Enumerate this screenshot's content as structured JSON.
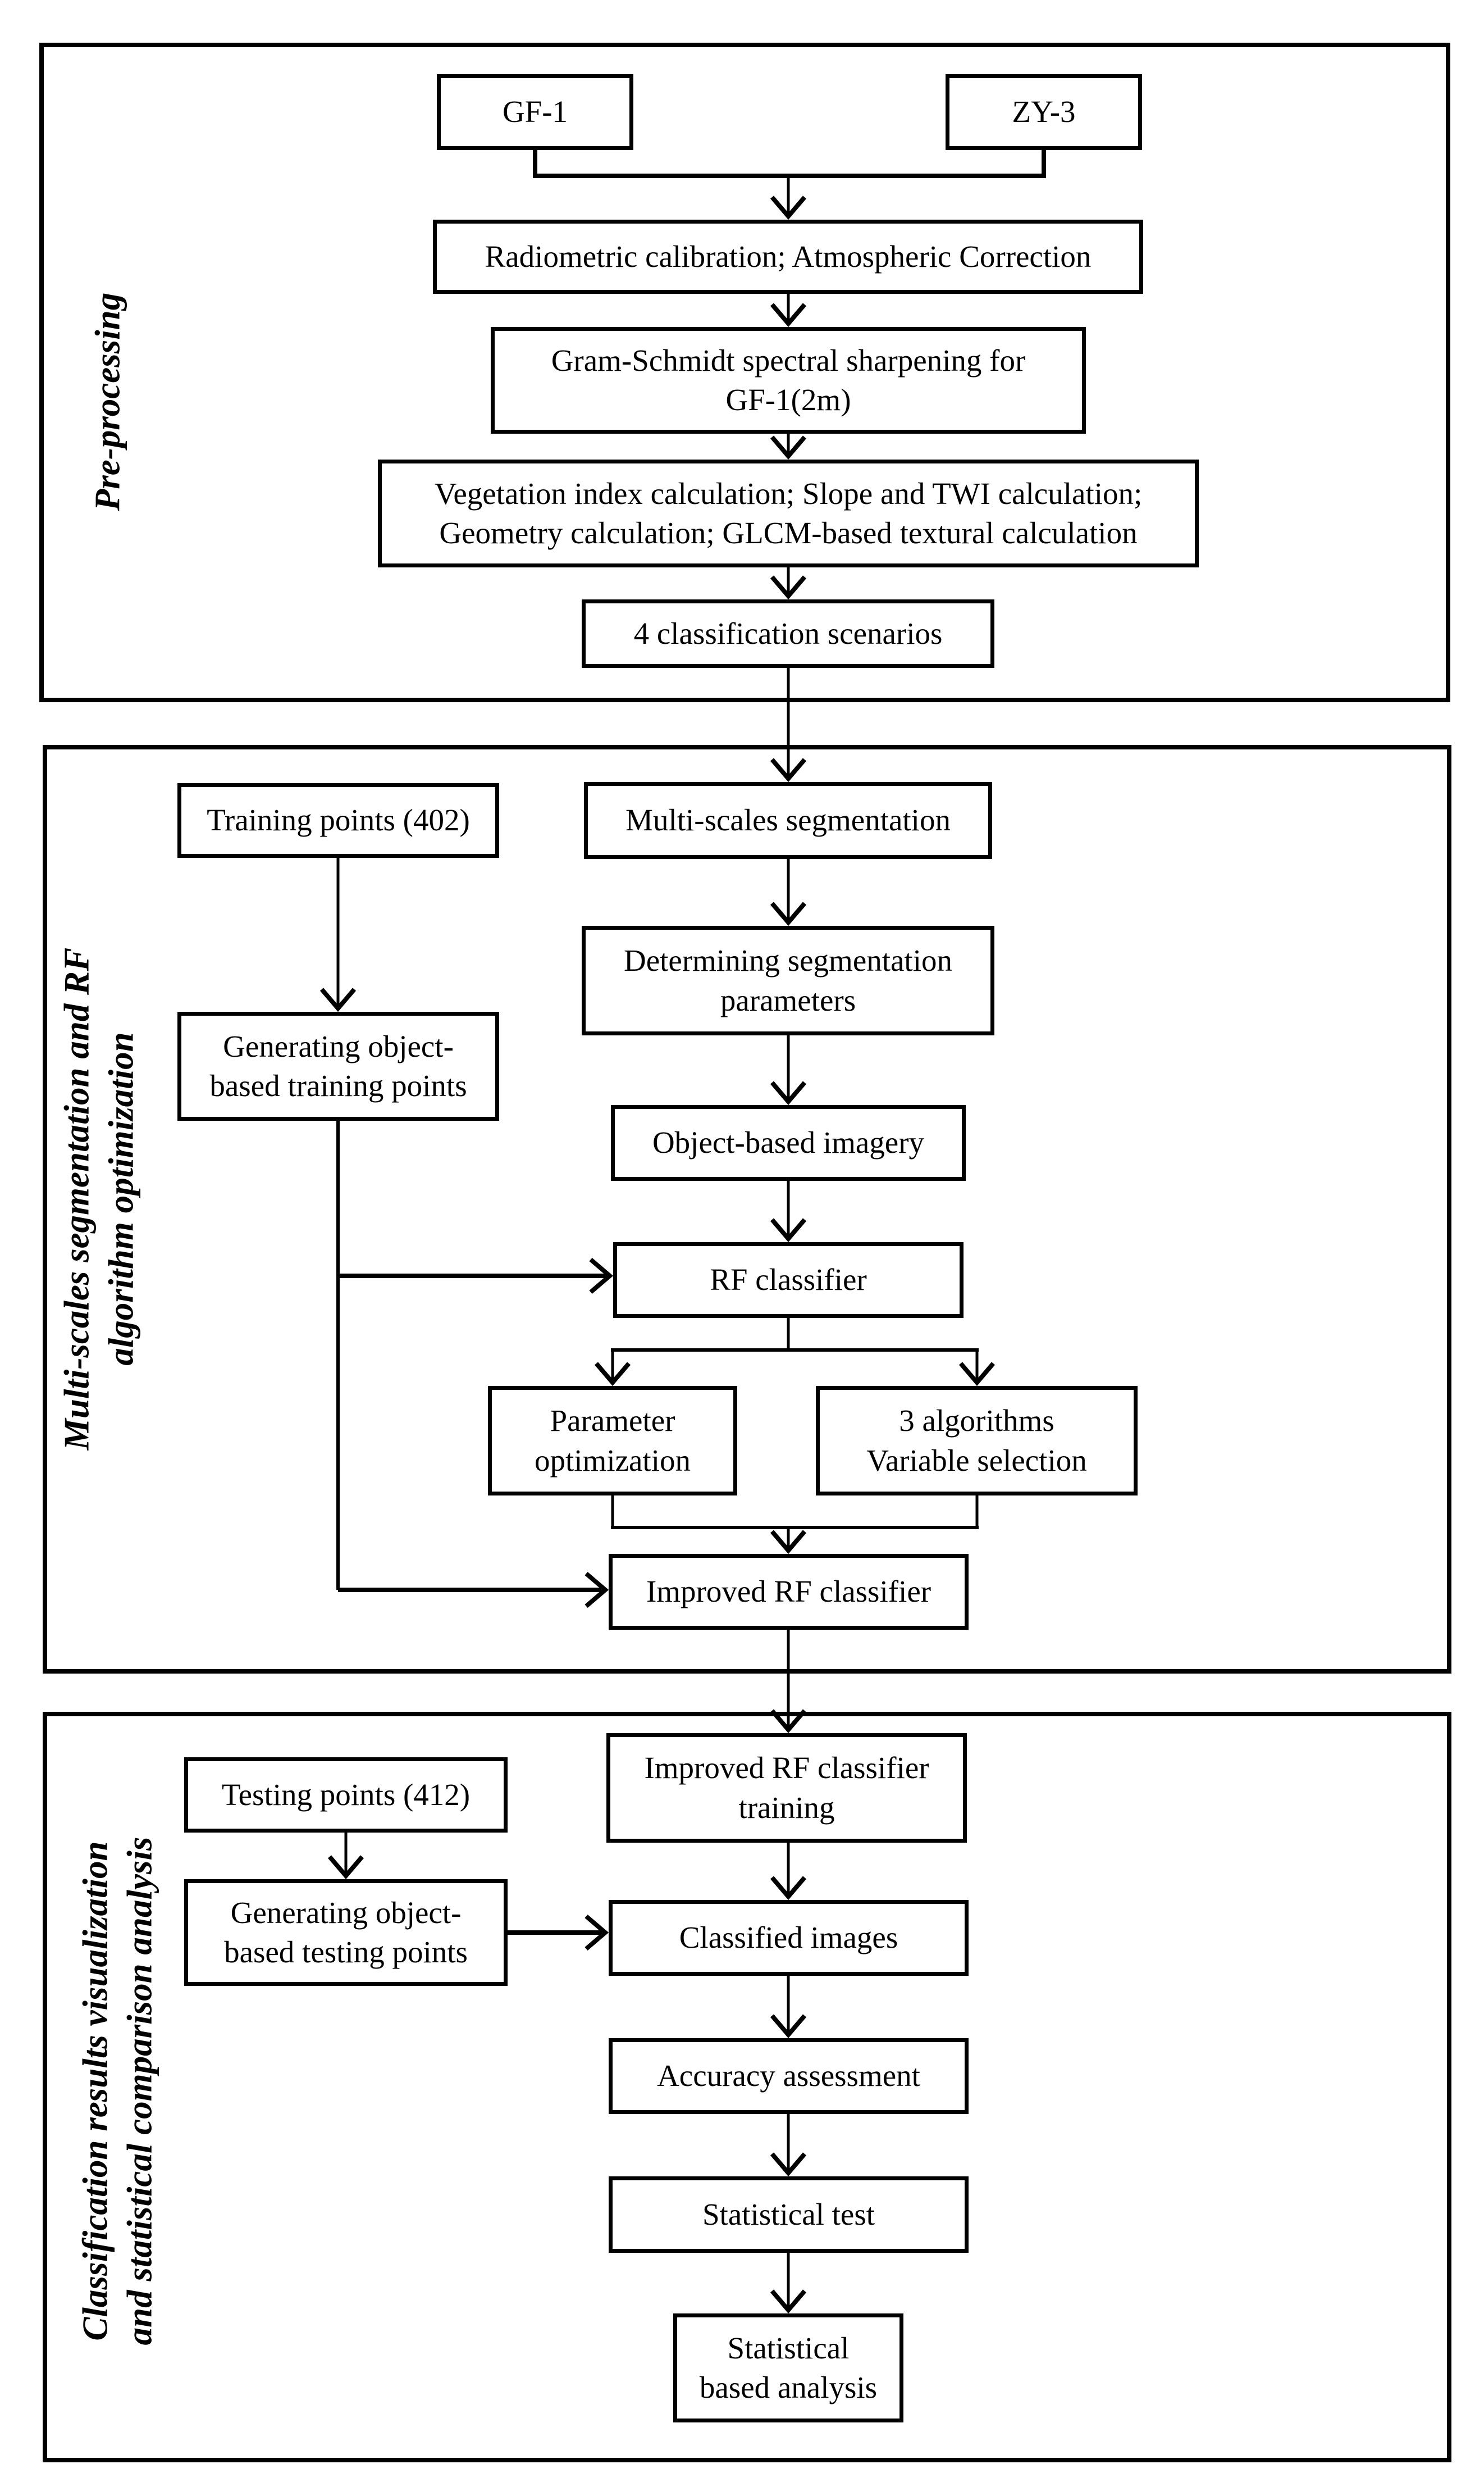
{
  "figure": {
    "type": "flowchart",
    "ink_color": "#000000",
    "background_color": "#ffffff"
  },
  "sections": [
    {
      "label_lines": [
        "Pre-processing"
      ]
    },
    {
      "label_lines": [
        "Multi-scales segmentation and RF",
        "algorithm optimization"
      ]
    },
    {
      "label_lines": [
        "Classification results visualization",
        "and statistical comparison analysis"
      ]
    }
  ],
  "boxes": {
    "gf1": {
      "l1": "GF-1"
    },
    "zy3": {
      "l1": "ZY-3"
    },
    "radiometric": {
      "l1": "Radiometric calibration; Atmospheric Correction"
    },
    "gram": {
      "l1": "Gram-Schmidt spectral sharpening for",
      "l2": "GF-1(2m)"
    },
    "vegetation": {
      "l1": "Vegetation index calculation; Slope and TWI calculation;",
      "l2": "Geometry calculation; GLCM-based textural calculation"
    },
    "scenarios": {
      "l1": "4 classification scenarios"
    },
    "training_points": {
      "l1": "Training points (402)"
    },
    "multiscales": {
      "l1": "Multi-scales segmentation"
    },
    "determining": {
      "l1": "Determining segmentation",
      "l2": "parameters"
    },
    "gen_training": {
      "l1": "Generating object-",
      "l2": "based training points"
    },
    "object_imagery": {
      "l1": "Object-based imagery"
    },
    "rf": {
      "l1": "RF classifier"
    },
    "param_opt": {
      "l1": "Parameter",
      "l2": "optimization"
    },
    "algorithms": {
      "l1": "3 algorithms",
      "l2": "Variable selection"
    },
    "improved_rf": {
      "l1": "Improved RF classifier"
    },
    "improved_rf_training": {
      "l1": "Improved RF classifier",
      "l2": "training"
    },
    "testing_points": {
      "l1": "Testing points (412)"
    },
    "gen_testing": {
      "l1": "Generating object-",
      "l2": "based testing points"
    },
    "classified": {
      "l1": "Classified images"
    },
    "accuracy": {
      "l1": "Accuracy assessment"
    },
    "stat_test": {
      "l1": "Statistical test"
    },
    "stat_analysis": {
      "l1": "Statistical",
      "l2": "based analysis"
    }
  }
}
